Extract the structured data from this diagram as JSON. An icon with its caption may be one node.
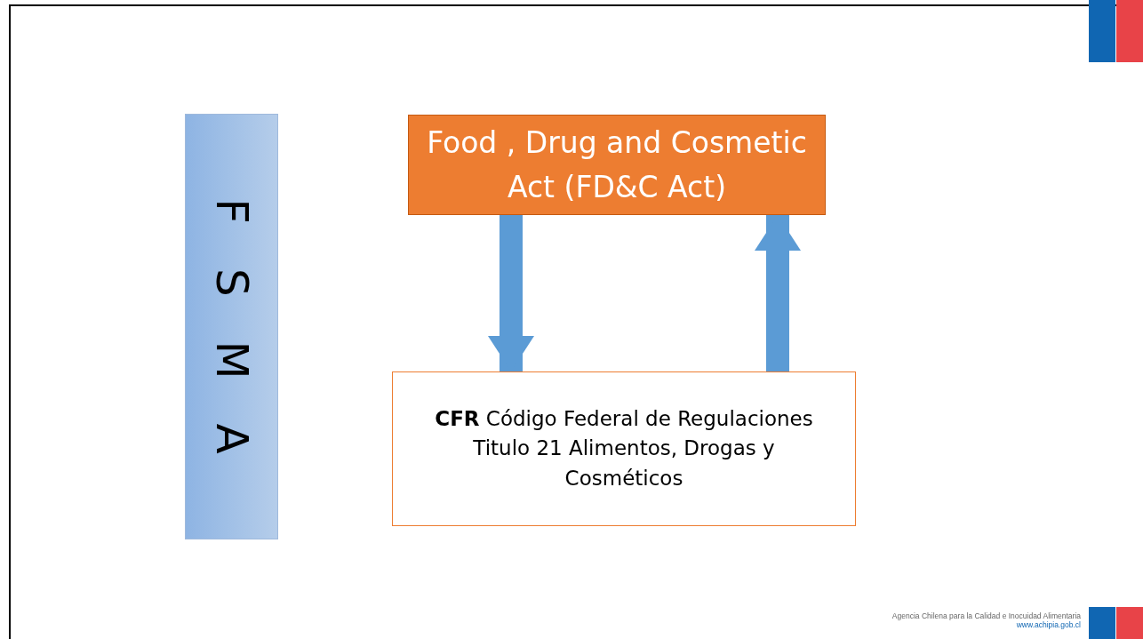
{
  "diagram": {
    "nodes": [
      {
        "text": [
          "F S M A"
        ]
      },
      {
        "text": [
          "Food , Drug and Cosmetic Act (FD&C Act)"
        ]
      },
      {
        "text": [
          "**CFR** Código Federal de Regulaciones Titulo 21 Alimentos, Drogas y Cosméticos"
        ]
      }
    ],
    "edges": [
      {
        "from": 1,
        "to": 2,
        "arrow": "to"
      },
      {
        "from": 2,
        "to": 1,
        "arrow": "to"
      }
    ],
    "labels": [
      "Agencia Chilena para la Calidad e Inocuidad Alimentaria",
      "www.achipia.gob.cl"
    ]
  }
}
